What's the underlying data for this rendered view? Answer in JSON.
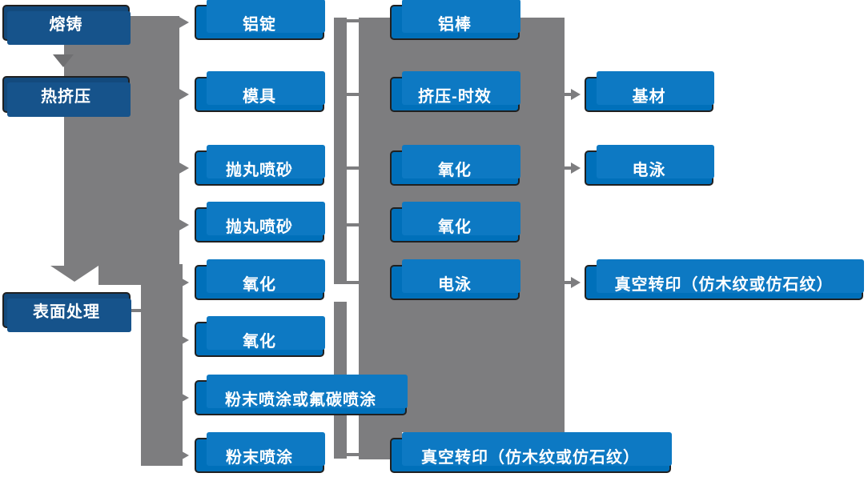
{
  "colors": {
    "box_blue": "#0070ba",
    "box_blue_backing": "#0d79c3",
    "box_navy": "#134a7d",
    "connector_gray": "#7d7d7f",
    "box_border": "#202020",
    "text": "#ffffff"
  },
  "stages": {
    "melting_casting": "熔铸",
    "hot_extrusion": "热挤压",
    "surface_treatment": "表面处理"
  },
  "col2": {
    "aluminum_ingot": "铝锭",
    "mold": "模具",
    "shot_blasting_1": "抛丸喷砂",
    "shot_blasting_2": "抛丸喷砂",
    "oxidation_1": "氧化",
    "oxidation_2": "氧化",
    "powder_or_fluorocarbon": "粉末喷涂或氟碳喷涂",
    "powder_coating": "粉末喷涂"
  },
  "col3": {
    "aluminum_rod": "铝棒",
    "extrusion_aging": "挤压-时效",
    "oxidation_1": "氧化",
    "oxidation_2": "氧化",
    "electrophoresis": "电泳",
    "vacuum_transfer": "真空转印（仿木纹或仿石纹）"
  },
  "col4": {
    "base_material": "基材",
    "electrophoresis": "电泳",
    "vacuum_transfer": "真空转印（仿木纹或仿石纹）"
  }
}
